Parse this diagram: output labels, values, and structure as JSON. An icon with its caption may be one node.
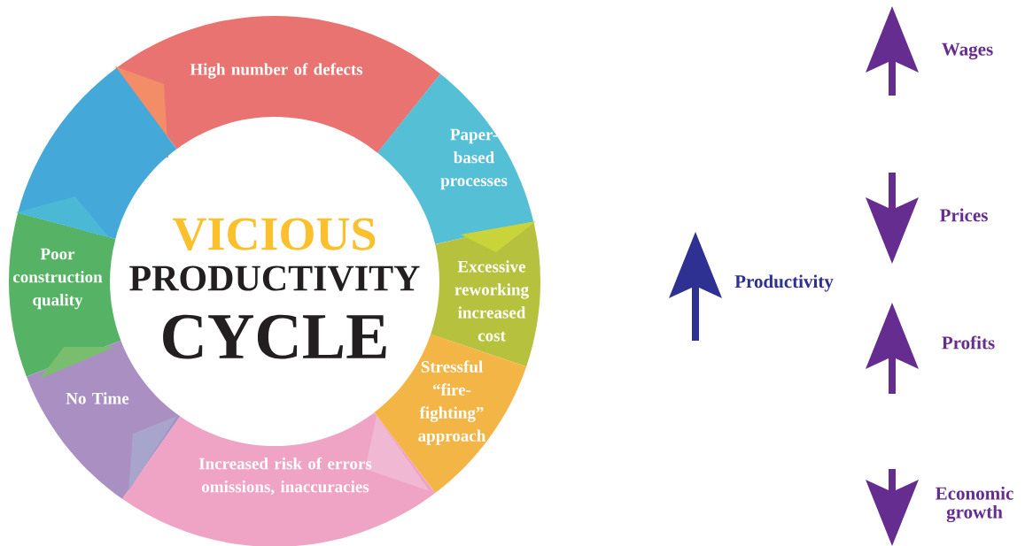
{
  "diagram": {
    "nodes": [
      {
        "text": [
          "VICIOUS",
          "PRODUCTIVITY",
          "CYCLE"
        ]
      },
      {
        "text": [
          "High number of defects"
        ]
      },
      {
        "text": [
          "Paper-based processes"
        ]
      },
      {
        "text": [
          "Excessive reworking increased cost"
        ]
      },
      {
        "text": [
          "Stressful “fire-fighting” approach"
        ]
      },
      {
        "text": [
          "Increased risk of errors omissions, inaccuracies"
        ]
      },
      {
        "text": [
          "No Time"
        ]
      },
      {
        "text": [
          "Poor construction quality"
        ]
      },
      {
        "text": [],
        "shape": "segment"
      }
    ],
    "labels": [
      "Productivity",
      "Wages",
      "Prices",
      "Profits",
      "Economic growth"
    ]
  }
}
